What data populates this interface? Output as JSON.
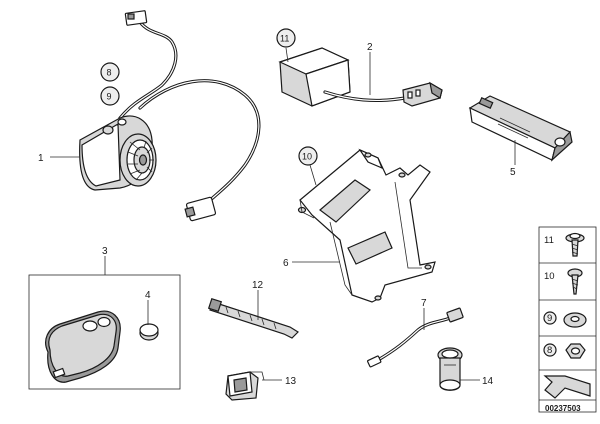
{
  "callouts": {
    "n1": "1",
    "n2": "2",
    "n3": "3",
    "n4": "4",
    "n5": "5",
    "n6": "6",
    "n7": "7",
    "n8": "8",
    "n9": "9",
    "n10": "10",
    "n11": "11",
    "n12": "12",
    "n13": "13",
    "n14": "14"
  },
  "side_panel": {
    "items": [
      "11",
      "10",
      "9",
      "8"
    ]
  },
  "drawing_code": "00237503"
}
